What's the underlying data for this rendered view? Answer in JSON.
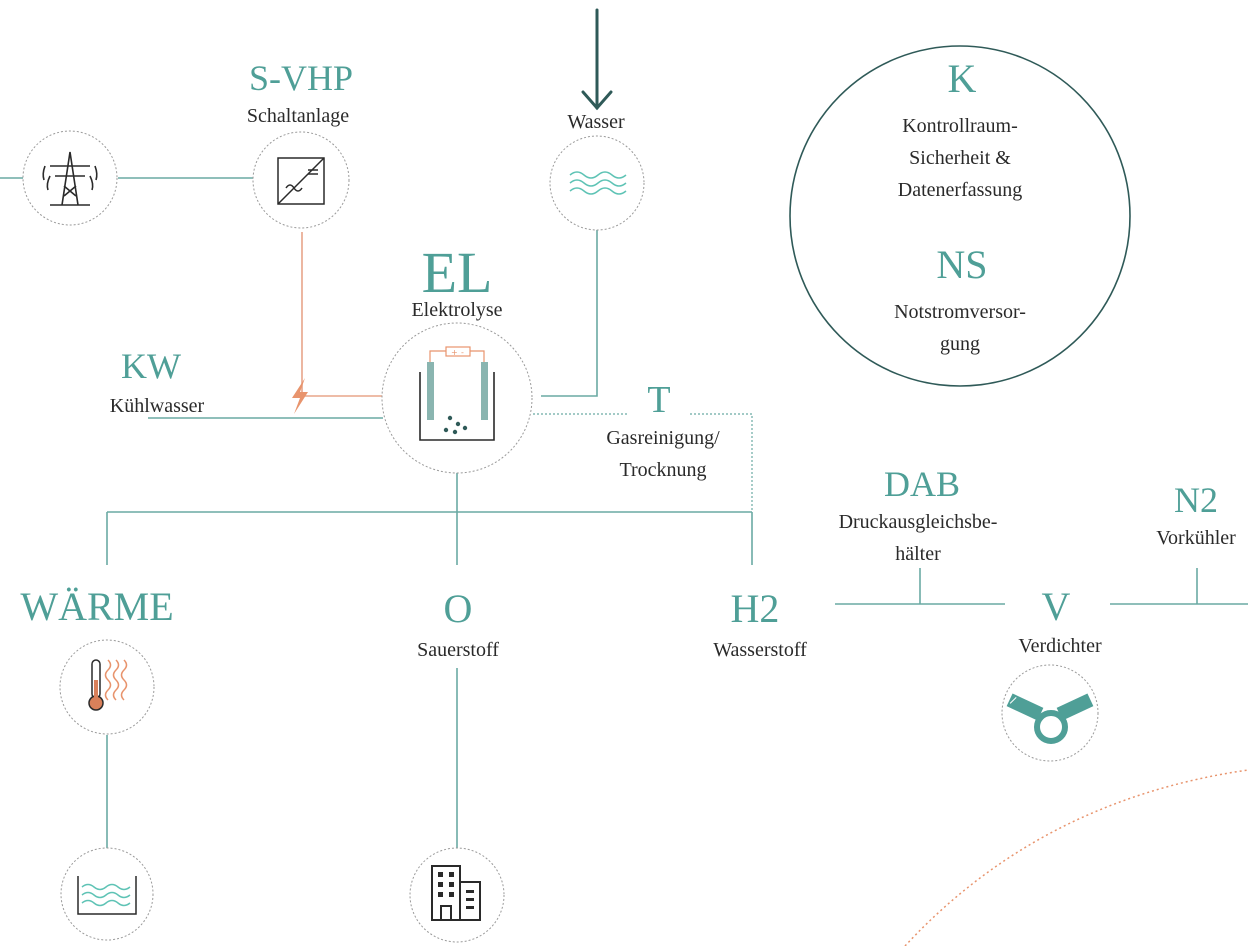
{
  "nodes": {
    "svhp": {
      "abbr": "S-VHP",
      "label": "Schaltanlage"
    },
    "wasser": {
      "label": "Wasser"
    },
    "el": {
      "abbr": "EL",
      "label": "Elektrolyse"
    },
    "kw": {
      "abbr": "KW",
      "label": "Kühlwasser"
    },
    "t": {
      "abbr": "T",
      "label_line1": "Gasreinigung/",
      "label_line2": "Trocknung"
    },
    "k": {
      "abbr": "K",
      "label_line1": "Kontrollraum-",
      "label_line2": "Sicherheit &",
      "label_line3": "Datenerfassung"
    },
    "ns": {
      "abbr": "NS",
      "label_line1": "Notstromversor-",
      "label_line2": "gung"
    },
    "dab": {
      "abbr": "DAB",
      "label_line1": "Druckausgleichsbe-",
      "label_line2": "hälter"
    },
    "n2": {
      "abbr": "N2",
      "label": "Vorkühler"
    },
    "waerme": {
      "abbr": "WÄRME"
    },
    "o": {
      "abbr": "O",
      "label": "Sauerstoff"
    },
    "h2": {
      "abbr": "H2",
      "label": "Wasserstoff"
    },
    "v": {
      "abbr": "V",
      "label": "Verdichter"
    }
  },
  "colors": {
    "teal": "#4f9f97",
    "dark_teal": "#2f5a58",
    "orange": "#e8946d",
    "line_teal": "#6aaaa3",
    "text": "#2a2a2a",
    "dashed_circle": "#9a9a9a"
  },
  "icons": {
    "power_tower": "power-tower-icon",
    "inverter": "inverter-icon",
    "water": "water-waves-icon",
    "electrolyzer": "electrolyzer-icon",
    "thermometer": "thermometer-heat-icon",
    "water_tank": "water-tank-icon",
    "building": "building-icon",
    "compressor": "compressor-icon",
    "bolt": "lightning-bolt-icon"
  }
}
